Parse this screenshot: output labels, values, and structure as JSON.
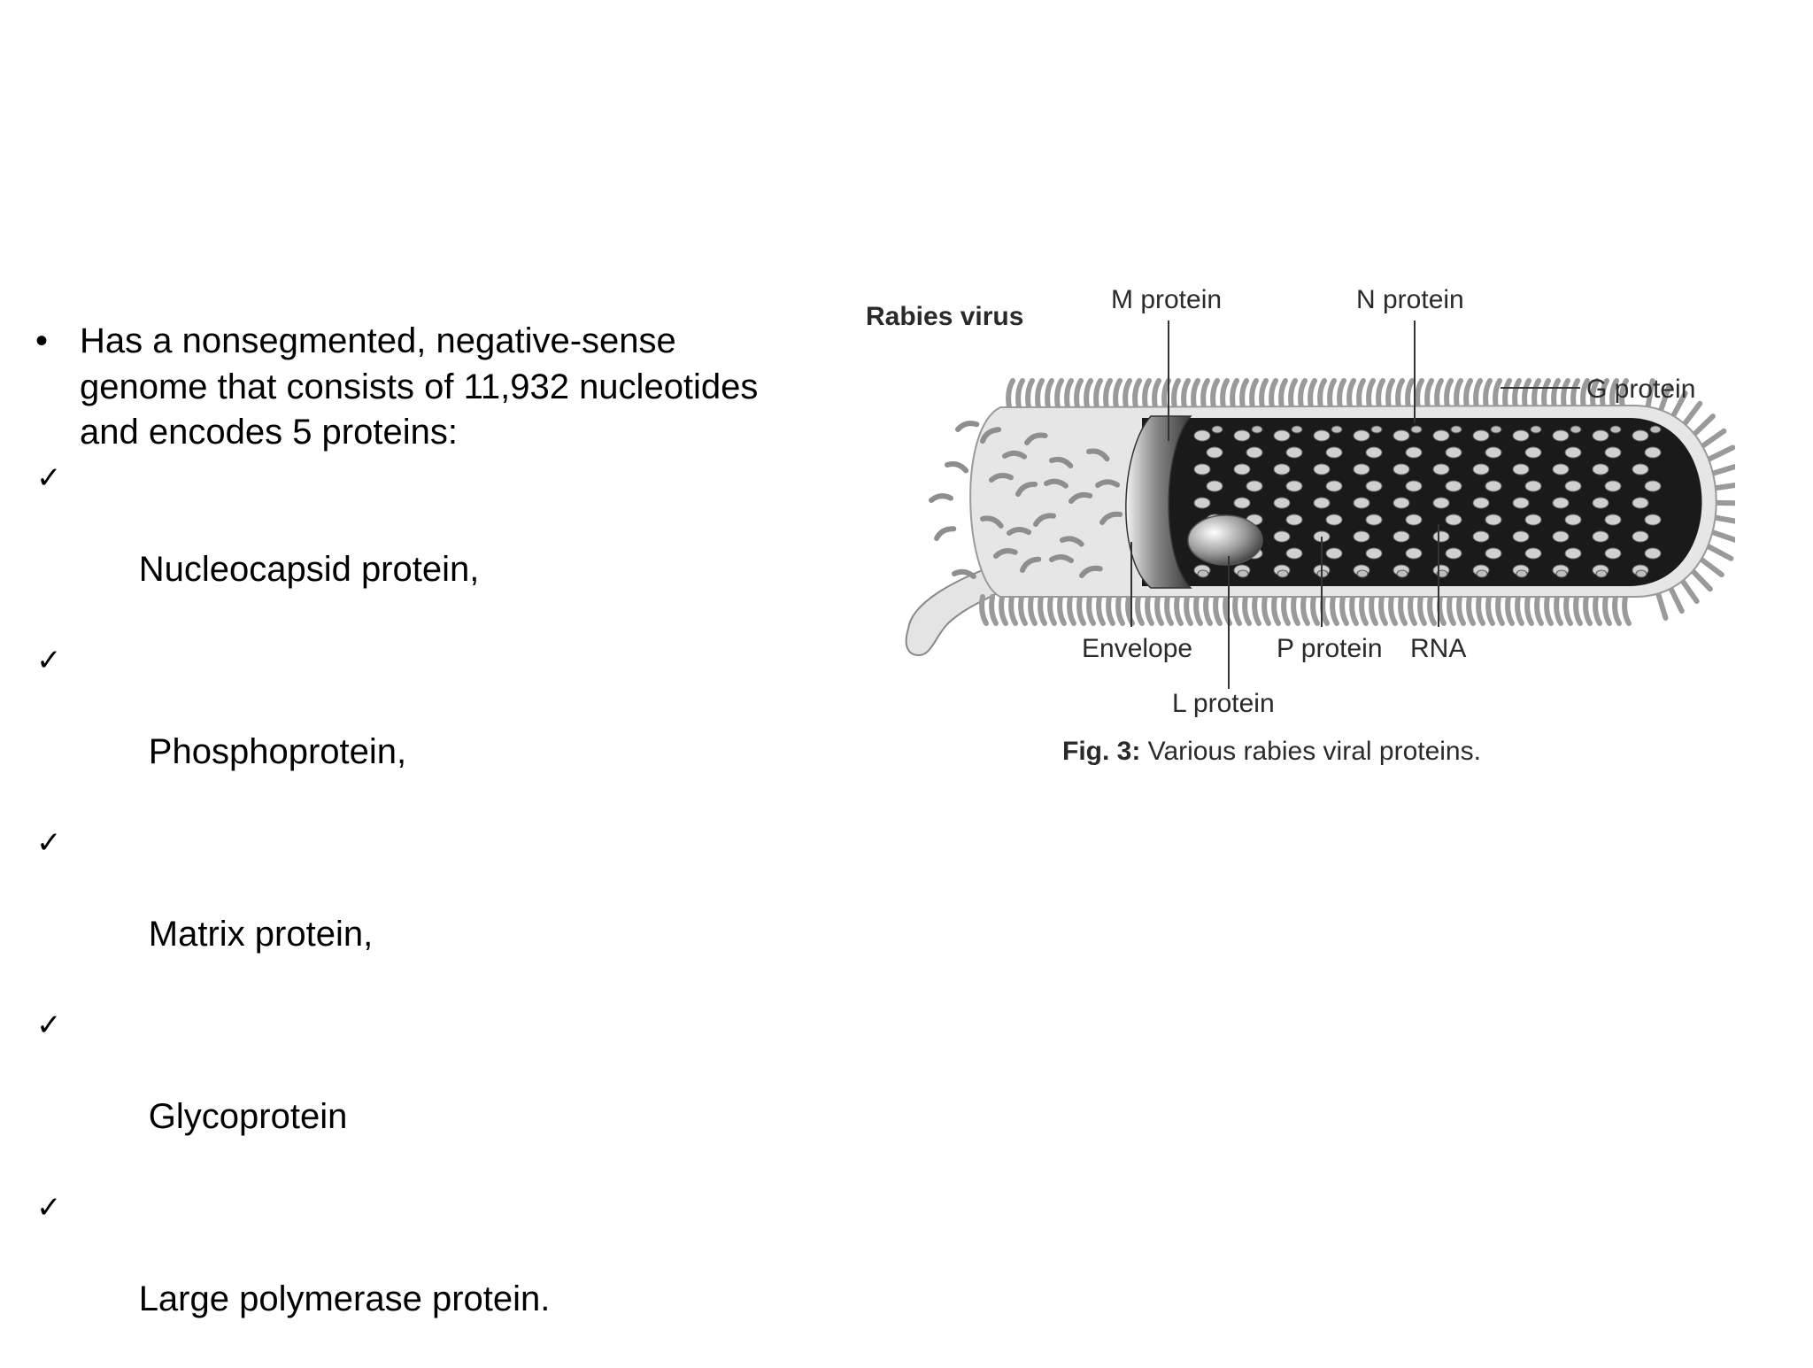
{
  "text": {
    "bullet_line_1": "Has a nonsegmented, negative-sense",
    "bullet_line_2": "genome that consists of 11,932 nucleotides",
    "bullet_line_3": "and encodes 5 proteins:",
    "bullet_marker": "•",
    "check_marker": "✓",
    "checks": [
      "Nucleocapsid protein,",
      " Phosphoprotein,",
      " Matrix protein,",
      " Glycoprotein",
      "Large polymerase protein."
    ]
  },
  "figure": {
    "title": "Rabies virus",
    "labels": {
      "m_protein": "M protein",
      "n_protein": "N protein",
      "g_protein": "G protein",
      "envelope": "Envelope",
      "p_protein": "P protein",
      "rna": "RNA",
      "l_protein": "L protein"
    },
    "caption_prefix": "Fig. 3:",
    "caption_text": " Various rabies viral proteins."
  },
  "colors": {
    "text": "#000000",
    "label": "#2a2a2a",
    "core": "#1a1a1a",
    "envelope": "#e6e6e6",
    "spike": "#9a9a9a"
  }
}
